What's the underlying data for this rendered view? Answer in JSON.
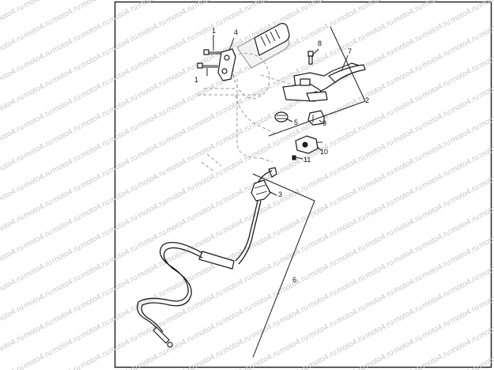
{
  "watermark": {
    "text": "moto4.ru"
  },
  "callouts": {
    "c1a": "1",
    "c1b": "1",
    "c2": "2",
    "c3": "3",
    "c4": "4",
    "c5": "5",
    "c6": "6",
    "c7": "7",
    "c8": "8",
    "c9": "9",
    "c10": "10",
    "c11": "11"
  },
  "colors": {
    "line": "#1a1a1a",
    "watermark": "#c8c8c8",
    "background": "#ffffff"
  }
}
